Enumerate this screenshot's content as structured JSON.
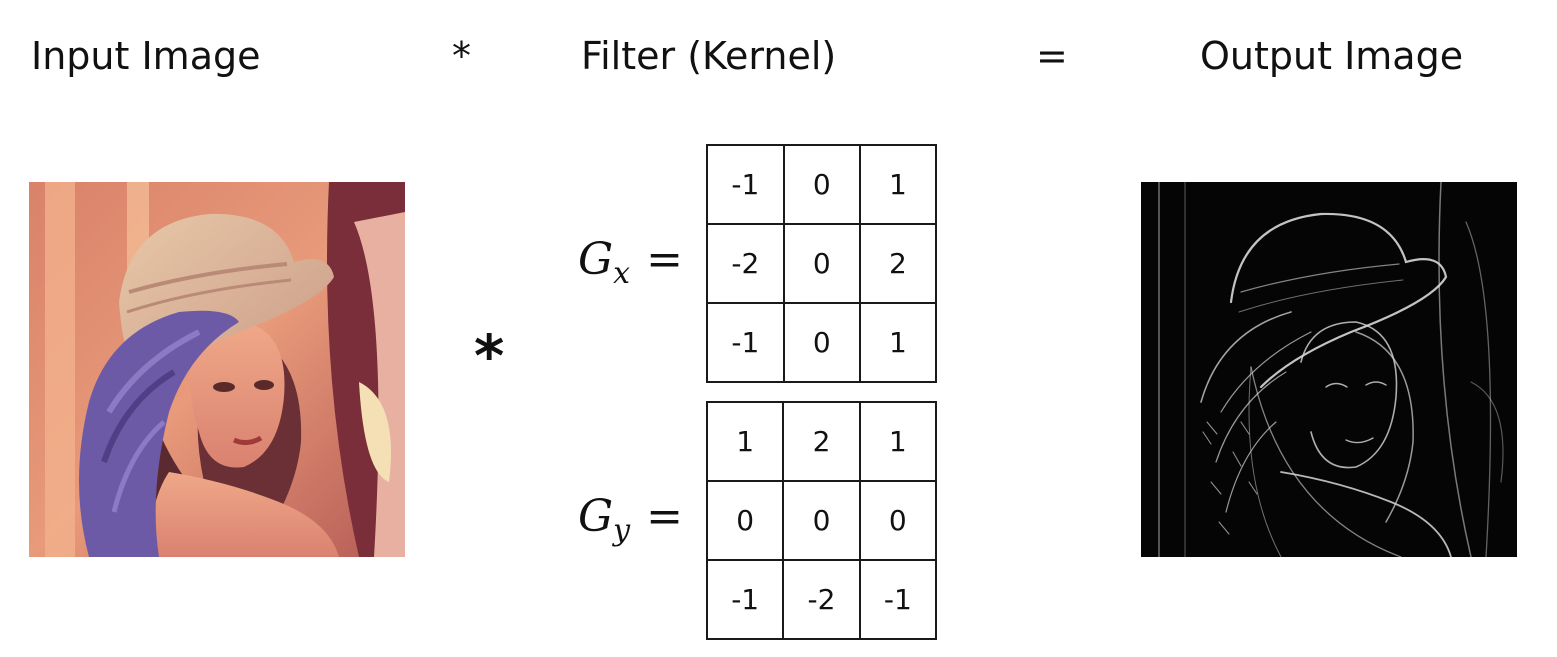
{
  "headers": {
    "input": "Input Image",
    "op_conv": "*",
    "filter": "Filter (Kernel)",
    "op_equals": "=",
    "output": "Output Image"
  },
  "operator_large": "*",
  "kernels": {
    "gx": {
      "symbol": "G",
      "subscript": "x",
      "equals": "=",
      "rows": [
        [
          "-1",
          "0",
          "1"
        ],
        [
          "-2",
          "0",
          "2"
        ],
        [
          "-1",
          "0",
          "1"
        ]
      ]
    },
    "gy": {
      "symbol": "G",
      "subscript": "y",
      "equals": "=",
      "rows": [
        [
          "1",
          "2",
          "1"
        ],
        [
          "0",
          "0",
          "0"
        ],
        [
          "-1",
          "-2",
          "-1"
        ]
      ]
    }
  },
  "images": {
    "input": "photo",
    "output": "edge-map"
  }
}
